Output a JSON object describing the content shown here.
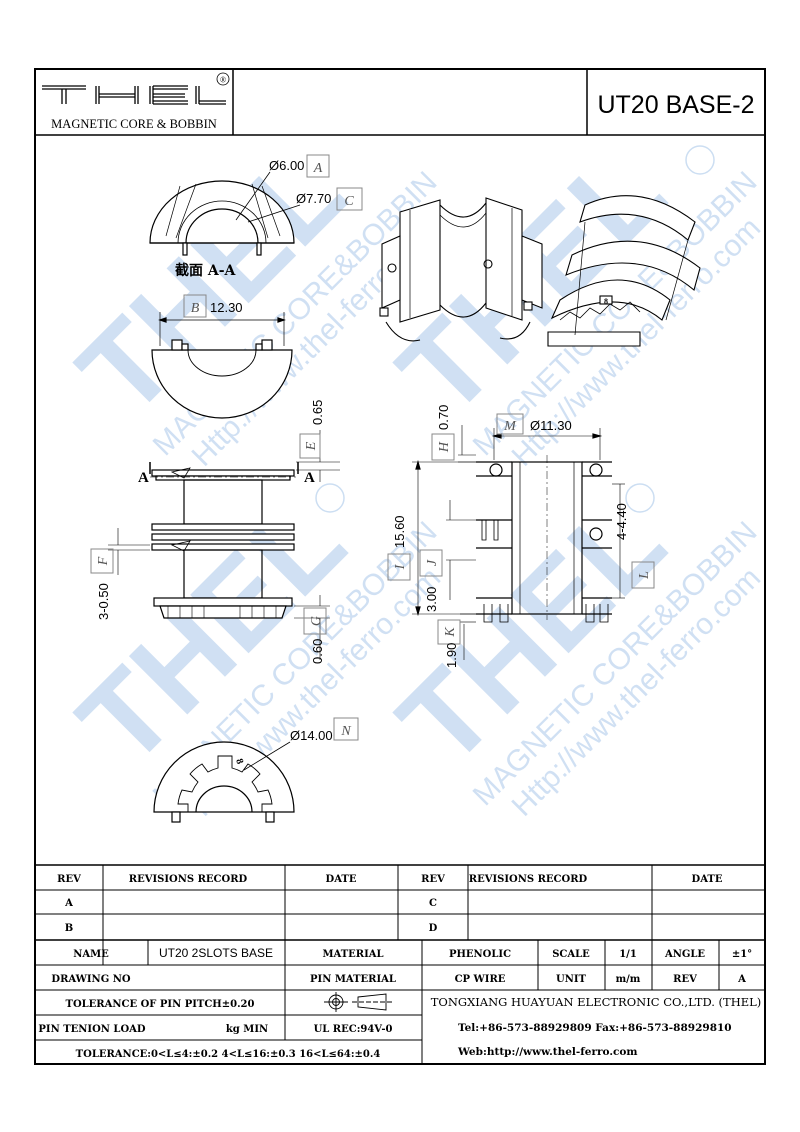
{
  "header": {
    "logo_text": "THEL",
    "registered_mark": "®",
    "logo_subtitle": "MAGNETIC CORE & BOBBIN",
    "part_title": "UT20 BASE-2"
  },
  "watermark": {
    "logo": "THEL",
    "line1": "MAGNETIC CORE&BOBBIN",
    "line2": "Http://www.thel-ferro.com"
  },
  "drawing": {
    "section_caption": "截面  A-A",
    "section_marker": "A",
    "dims": {
      "A": {
        "letter": "A",
        "value": "Ø6.00"
      },
      "C": {
        "letter": "C",
        "value": "Ø7.70"
      },
      "B": {
        "letter": "B",
        "value": "12.30"
      },
      "E": {
        "letter": "E",
        "value": "0.65"
      },
      "F": {
        "letter": "F",
        "value": "3-0.50"
      },
      "G": {
        "letter": "G",
        "value": "0.60"
      },
      "H": {
        "letter": "H",
        "value": "0.70"
      },
      "M": {
        "letter": "M",
        "value": "Ø11.30"
      },
      "I": {
        "letter": "I",
        "value": "15.60"
      },
      "J": {
        "letter": "J",
        "value": "3.00"
      },
      "K": {
        "letter": "K",
        "value": "1.90"
      },
      "L": {
        "letter": "L",
        "value": "4-4.40"
      },
      "N": {
        "letter": "N",
        "value": "Ø14.00"
      }
    },
    "pin_mark": "8"
  },
  "title_block": {
    "rev_header": "REV",
    "revisions_header": "REVISIONS RECORD",
    "date_header": "DATE",
    "rev_a": "A",
    "rev_b": "B",
    "rev_c": "C",
    "rev_d": "D",
    "name_label": "NAME",
    "name_value": "UT20 2SLOTS BASE",
    "material_label": "MATERIAL",
    "material_value": "PHENOLIC",
    "scale_label": "SCALE",
    "scale_value": "1/1",
    "angle_label": "ANGLE",
    "angle_value": "±1°",
    "drawing_no_label": "DRAWING NO",
    "pin_material_label": "PIN MATERIAL",
    "pin_material_value": "CP WIRE",
    "unit_label": "UNIT",
    "unit_value": "m/m",
    "rev_label": "REV",
    "rev_value": "A",
    "tolerance_pitch": "TOLERANCE OF PIN PITCH±0.20",
    "pin_tension_label": "PIN TENION LOAD",
    "pin_tension_unit": "kg MIN",
    "ul_rec": "UL REC:94V-0",
    "tolerance_general": "TOLERANCE:0<L≤4:±0.2  4<L≤16:±0.3  16<L≤64:±0.4",
    "company": "TONGXIANG HUAYUAN ELECTRONIC CO.,LTD. (THEL)",
    "tel_fax": "Tel:+86-573-88929809 Fax:+86-573-88929810",
    "web": "Web:http://www.thel-ferro.com"
  }
}
